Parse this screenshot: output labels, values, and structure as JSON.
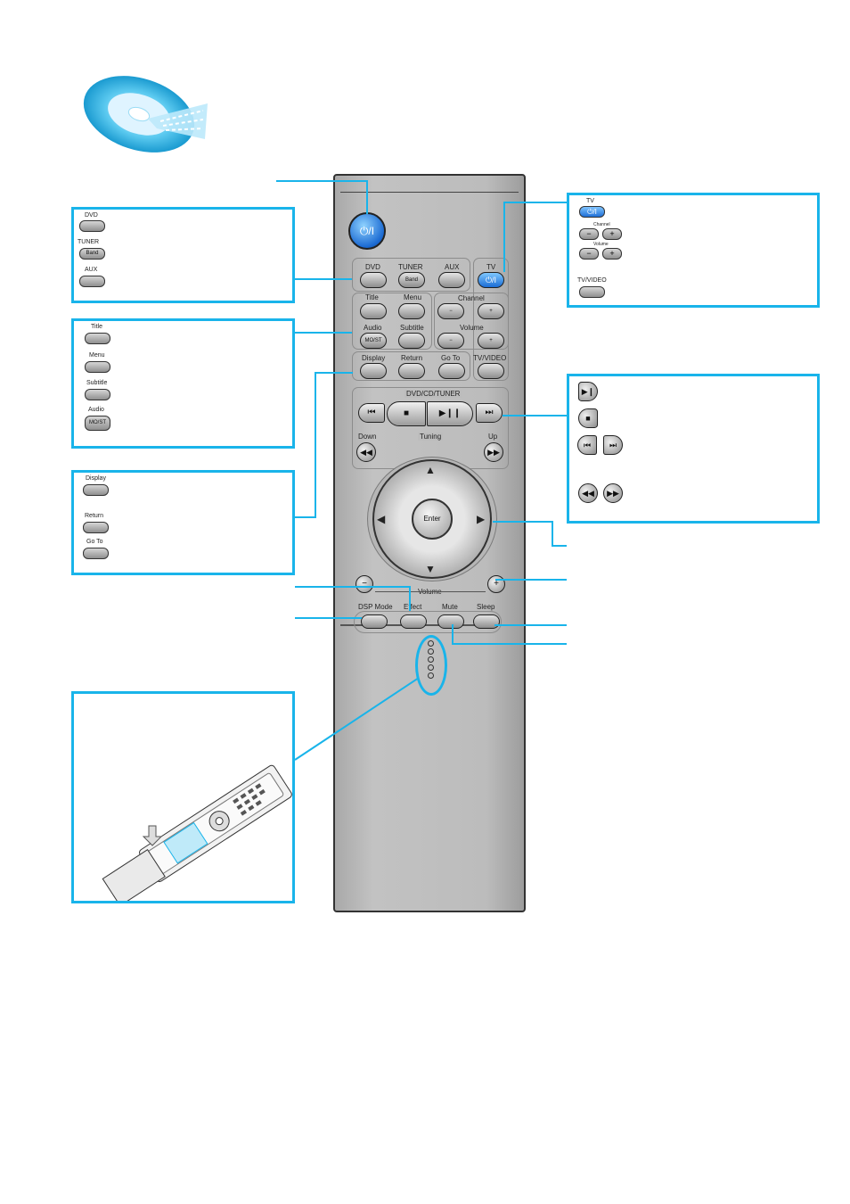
{
  "remote": {
    "power_symbol": "⏻/I",
    "sources": {
      "dvd": "DVD",
      "tuner": "TUNER",
      "band": "Band",
      "aux": "AUX"
    },
    "tv": {
      "label": "TV",
      "power_symbol": "⏻/I",
      "channel": "Channel",
      "volume": "Volume",
      "tv_video": "TV/VIDEO"
    },
    "menu": {
      "title": "Title",
      "menu": "Menu",
      "audio": "Audio",
      "mo_st": "MO/ST",
      "subtitle": "Subtitle"
    },
    "bottom_row": {
      "display": "Display",
      "return": "Return",
      "go_to": "Go To"
    },
    "transport": {
      "group_label": "DVD/CD/TUNER",
      "tuning": "Tuning",
      "down": "Down",
      "up": "Up"
    },
    "nav": {
      "enter": "Enter"
    },
    "volume_label": "Volume",
    "function_row": {
      "dsp_mode": "DSP Mode",
      "effect": "Effect",
      "mute": "Mute",
      "sleep": "Sleep"
    }
  },
  "callouts": {
    "source_panel": {
      "dvd": "DVD",
      "tuner": "TUNER",
      "band": "Band",
      "aux": "AUX"
    },
    "menu_panel": {
      "title": "Title",
      "menu": "Menu",
      "subtitle": "Subtitle",
      "audio": "Audio",
      "mo_st": "MO/ST"
    },
    "display_panel": {
      "display": "Display",
      "return": "Return",
      "go_to": "Go To"
    },
    "tv_panel": {
      "tv": "TV",
      "power_symbol": "⏻/I",
      "channel": "Channel",
      "volume": "Volume",
      "tv_video": "TV/VIDEO"
    }
  },
  "colors": {
    "accent": "#19b4ea",
    "remote_body": "#b4b4b4",
    "power_blue": "#1f6fd6"
  }
}
